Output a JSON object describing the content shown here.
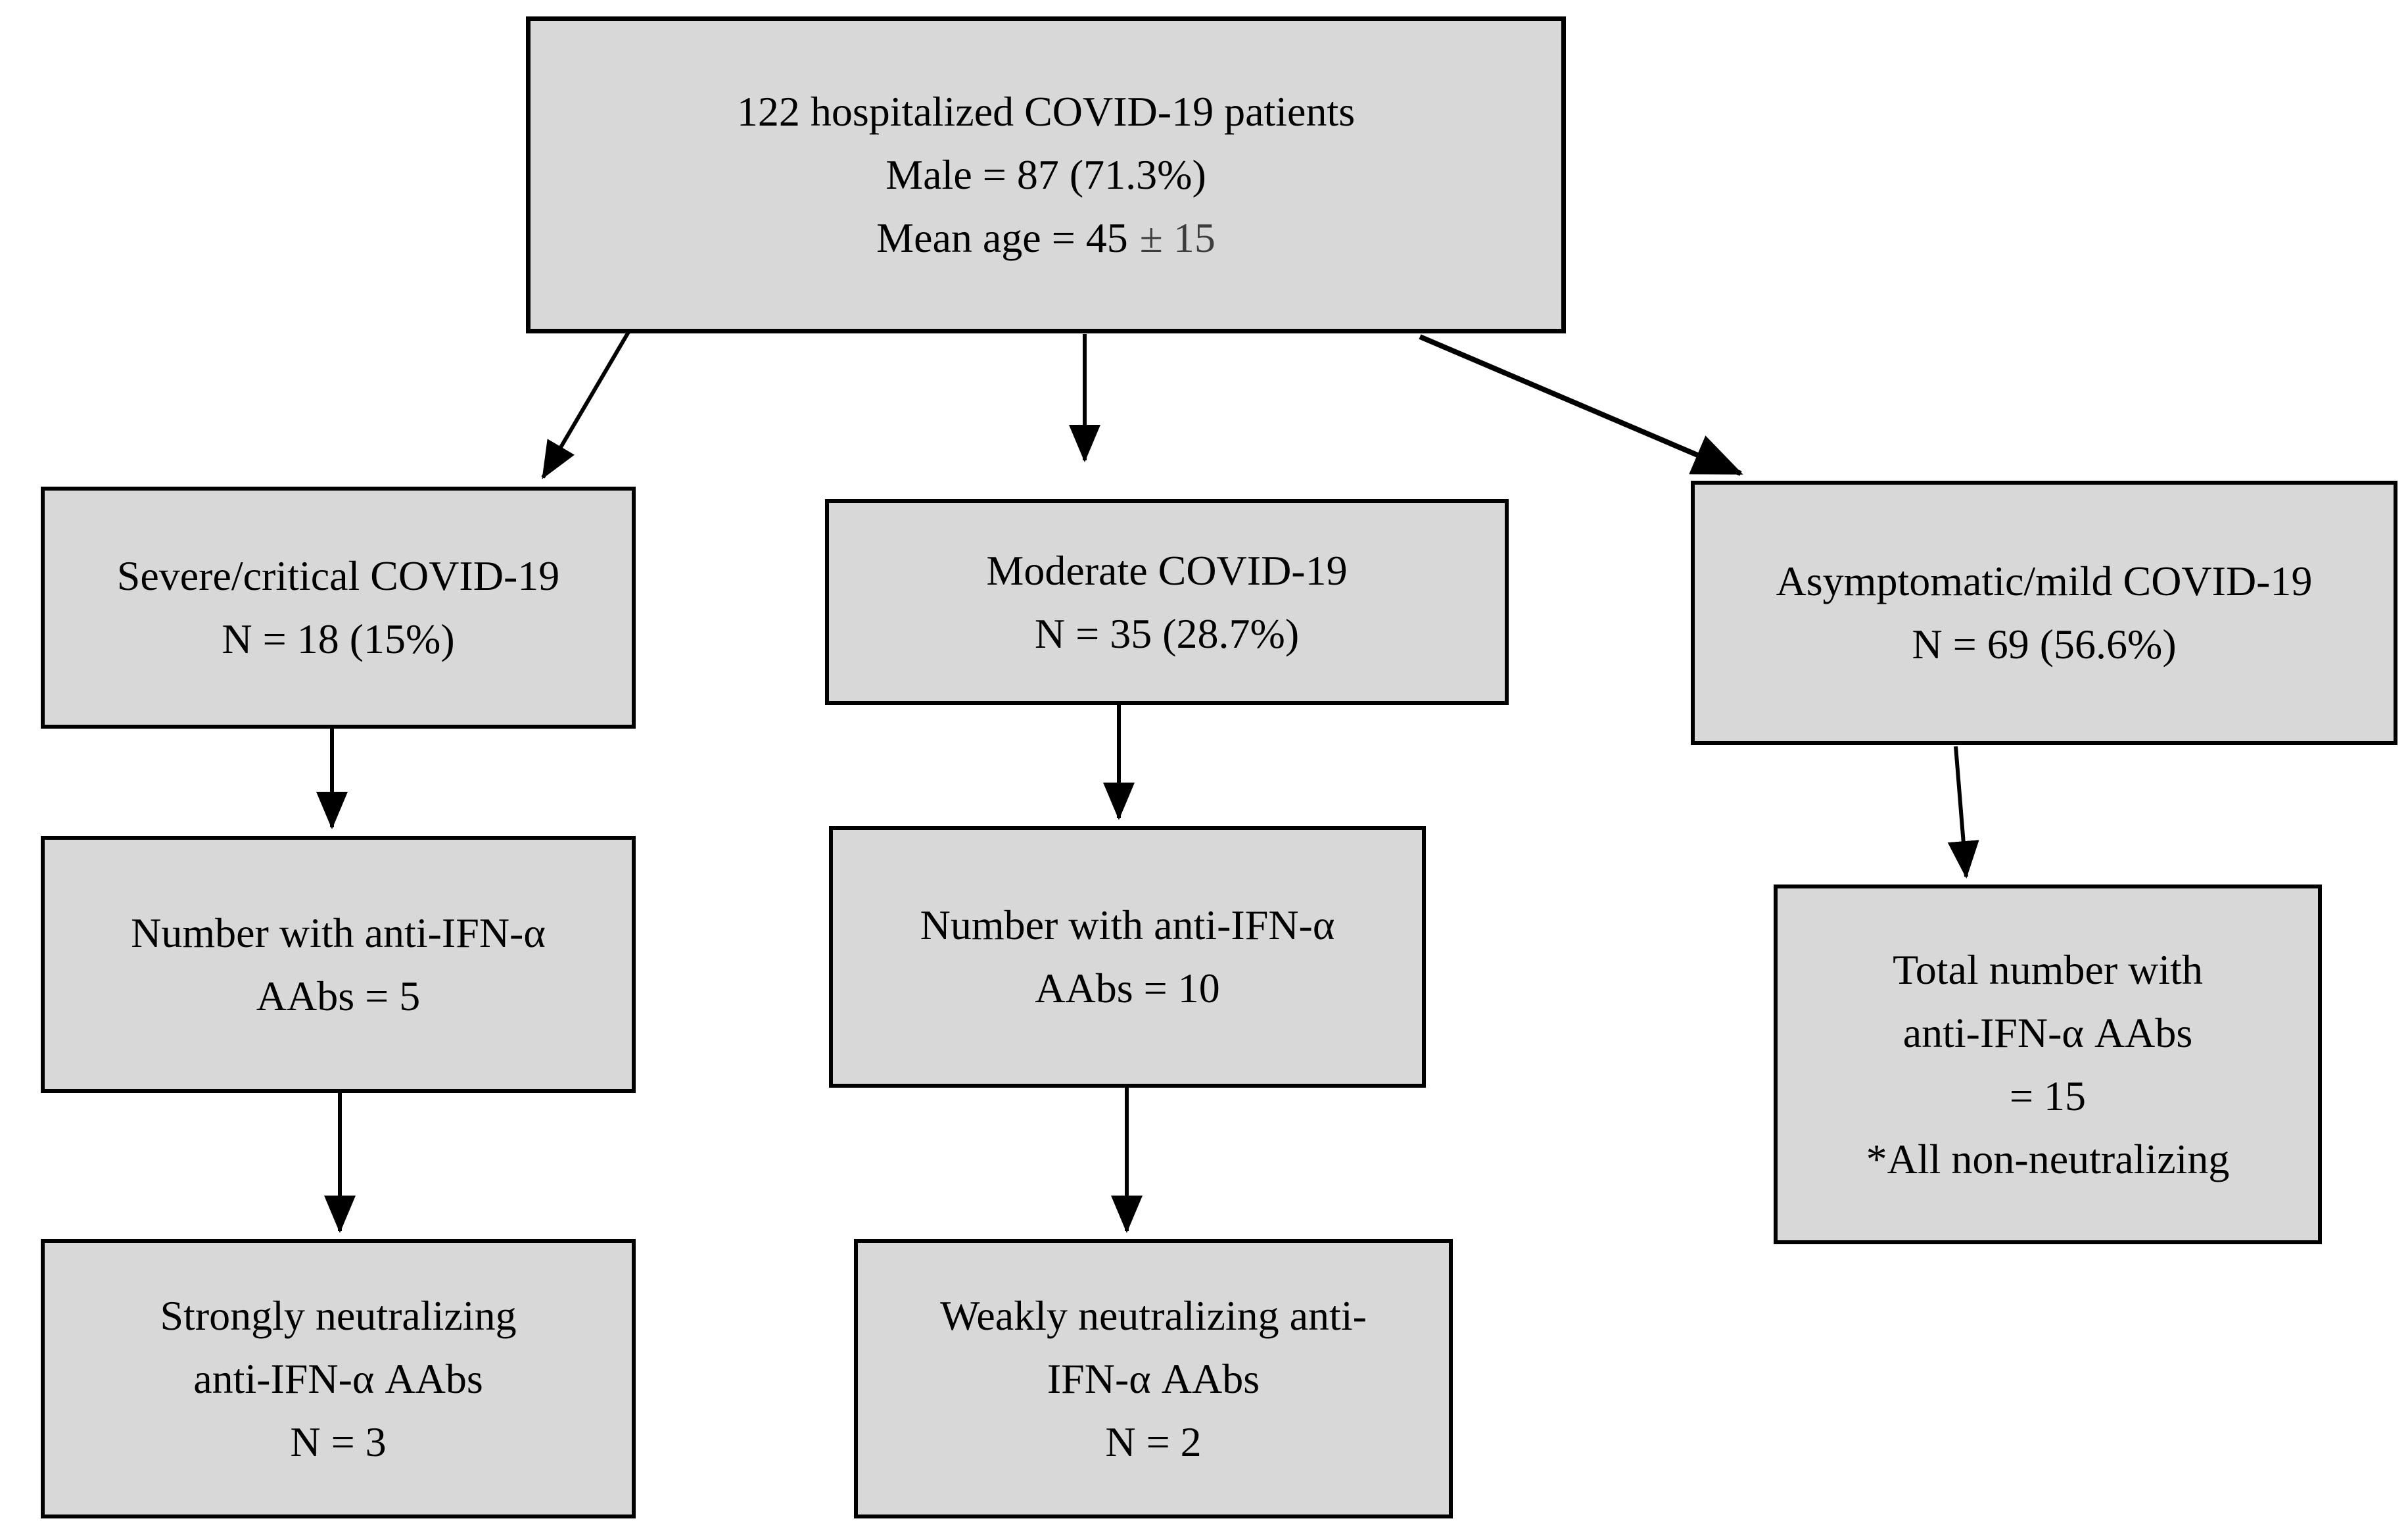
{
  "colors": {
    "background": "#ffffff",
    "box_fill": "#d8d8d8",
    "box_border": "#000000",
    "text": "#000000",
    "dim_text": "#3d3d3d"
  },
  "boxes": {
    "root": {
      "lines": [
        "122 hospitalized COVID-19 patients",
        "Male = 87 (71.3%)"
      ],
      "line3_main": "Mean age = 45",
      "line3_pm": "± 15"
    },
    "severe": {
      "lines": [
        "Severe/critical COVID-19",
        "N = 18 (15%)"
      ]
    },
    "moderate": {
      "lines": [
        "Moderate COVID-19",
        "N = 35 (28.7%)"
      ]
    },
    "asymptomatic": {
      "lines": [
        "Asymptomatic/mild COVID-19",
        "N = 69 (56.6%)"
      ]
    },
    "severe_aabs": {
      "lines": [
        "Number with anti-IFN-α",
        "AAbs = 5"
      ]
    },
    "moderate_aabs": {
      "lines": [
        "Number with anti-IFN-α",
        "AAbs = 10"
      ]
    },
    "asymptomatic_total": {
      "lines": [
        "Total number with",
        "anti-IFN-α AAbs",
        "= 15",
        "*All non-neutralizing"
      ]
    },
    "severe_neutralizing": {
      "lines": [
        "Strongly neutralizing",
        "anti-IFN-α AAbs",
        "N = 3"
      ]
    },
    "moderate_neutralizing": {
      "lines": [
        "Weakly neutralizing anti-",
        "IFN-α AAbs",
        "N = 2"
      ]
    }
  },
  "edges": [
    {
      "from": "root",
      "to": "severe"
    },
    {
      "from": "root",
      "to": "moderate"
    },
    {
      "from": "root",
      "to": "asymptomatic"
    },
    {
      "from": "severe",
      "to": "severe_aabs"
    },
    {
      "from": "moderate",
      "to": "moderate_aabs"
    },
    {
      "from": "asymptomatic",
      "to": "asymptomatic_total"
    },
    {
      "from": "severe_aabs",
      "to": "severe_neutralizing"
    },
    {
      "from": "moderate_aabs",
      "to": "moderate_neutralizing"
    }
  ]
}
